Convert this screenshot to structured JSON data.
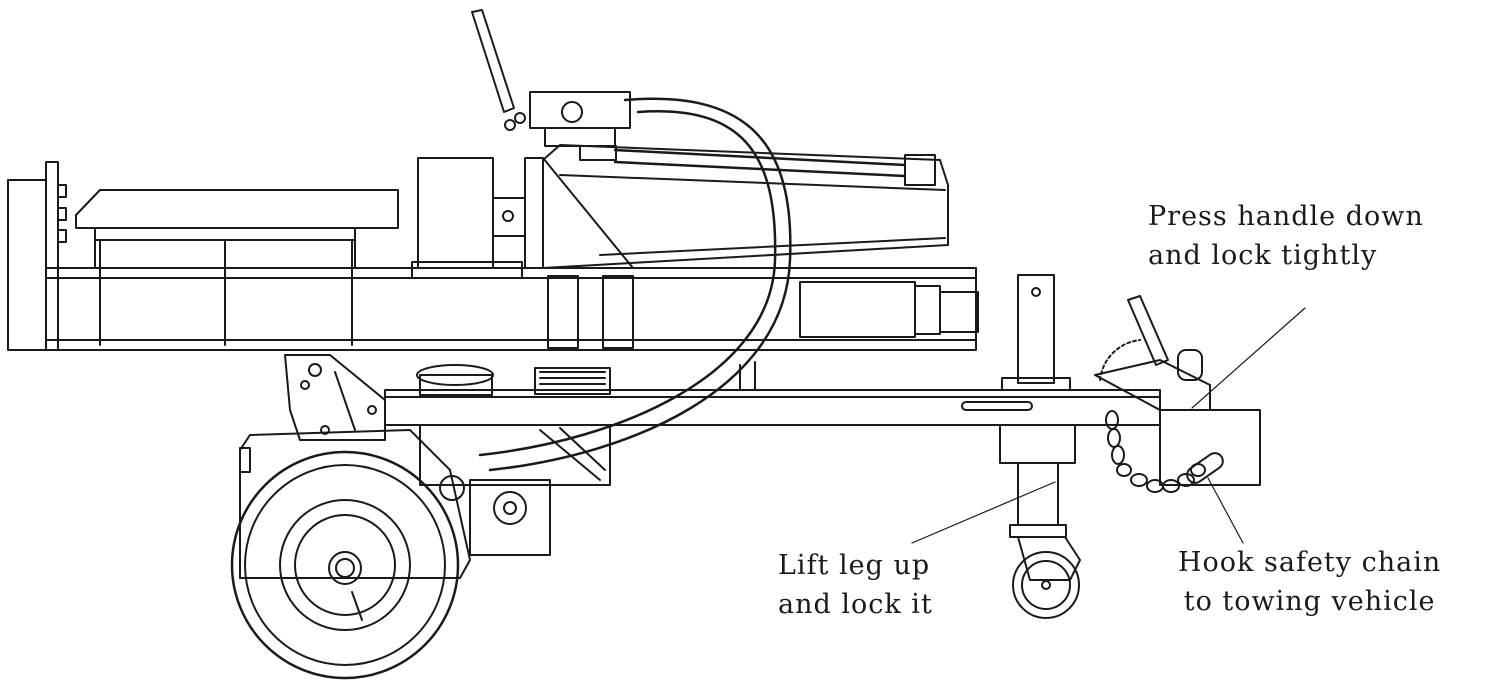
{
  "callouts": {
    "handle": {
      "line1": "Press handle down",
      "line2": "and lock tightly"
    },
    "leg": {
      "line1": "Lift leg up",
      "line2": "and lock it"
    },
    "chain": {
      "line1": "Hook safety chain",
      "line2": "to towing vehicle"
    }
  },
  "colors": {
    "stroke": "#1a1a1a",
    "background": "#ffffff"
  }
}
